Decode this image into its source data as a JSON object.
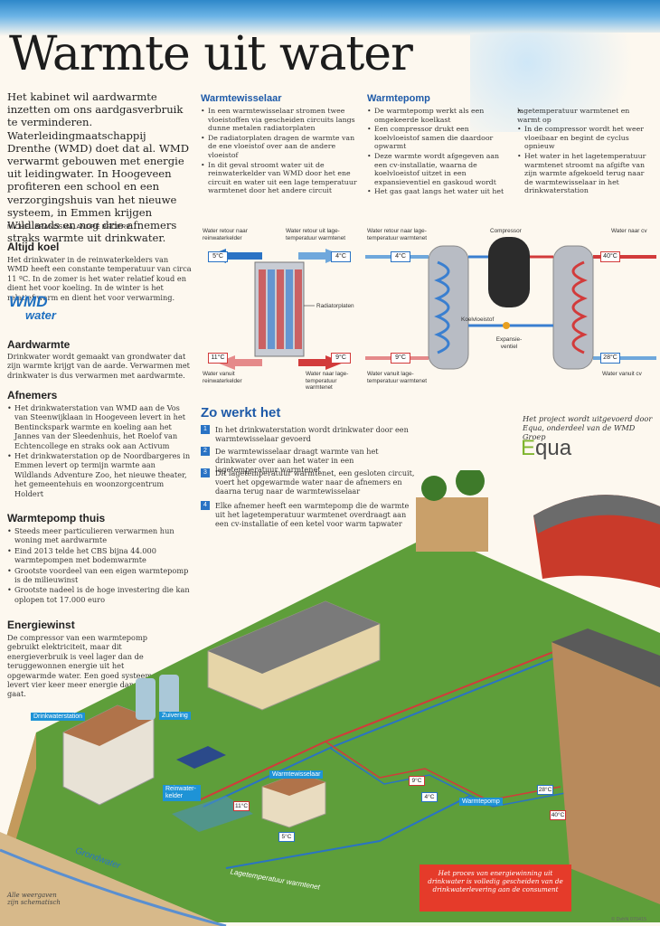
{
  "title": "Warmte uit water",
  "intro": "Het kabinet wil aardwarmte inzetten om ons aardgasverbruik te verminderen. Waterleidingmaatschappij Drenthe (WMD) doet dat al. WMD verwarmt gebouwen met energie uit leidingwater. In Hoogeveen profiteren een school en een verzorgingshuis van het nieuwe systeem, in Emmen krijgen Wildlands en nog drie afnemers straks warmte uit drinkwater.",
  "byline": "MICHEL BRANDSMA, ANDRÉ BROERE",
  "altijd_koel": {
    "heading": "Altijd koel",
    "text": "Het drinkwater in de reinwaterkelders van WMD heeft een constante temperatuur van circa 11 ºC. In de zomer is het water relatief koud en dient het voor koeling. In de winter is het relatief warm en dient het voor verwarming.",
    "logo_top": "WMD",
    "logo_bottom": "water"
  },
  "aardwarmte": {
    "heading": "Aardwarmte",
    "text": "Drinkwater wordt gemaakt van grondwater dat zijn warmte krijgt van de aarde. Verwarmen met drinkwater is dus verwarmen met aardwarmte."
  },
  "afnemers": {
    "heading": "Afnemers",
    "items": [
      "Het drinkwaterstation van WMD aan de Vos van Steenwijklaan in Hoogeveen levert in het Bentinckspark warmte en koeling aan het Jannes van der Sleedenhuis, het Roelof van Echtencollege en straks ook aan Activum",
      "Het drinkwaterstation op de Noordbargeres in Emmen levert op termijn warmte aan Wildlands Adventure Zoo, het nieuwe theater, het gemeentehuis en woonzorgcentrum Holdert"
    ]
  },
  "warmtepomp_thuis": {
    "heading": "Warmtepomp thuis",
    "items": [
      "Steeds meer particulieren verwarmen hun woning met aardwarmte",
      "Eind 2013 telde het CBS bijna 44.000 warmtepompen met bodemwarmte",
      "Grootste voordeel van een eigen warmtepomp is de milieuwinst",
      "Grootste nadeel is de hoge investering die kan oplopen tot 17.000 euro"
    ]
  },
  "energiewinst": {
    "heading": "Energiewinst",
    "text": "De compressor van een warmtepomp gebruikt elektriciteit, maar dit energieverbruik is veel lager dan de teruggewonnen energie uit het opgewarmde water. Een goed systeem levert vier keer meer energie dan er in gaat."
  },
  "warmtewisselaar": {
    "heading": "Warmtewisselaar",
    "items": [
      "In een warmtewisselaar stromen twee vloeistoffen via gescheiden circuits langs dunne metalen radiatorplaten",
      "De radiatorplaten dragen de warmte van de ene vloeistof over aan de andere vloeistof",
      "In dit geval stroomt water uit de reinwaterkelder van WMD door het ene circuit en water uit een lage temperatuur warmtenet door het andere circuit"
    ],
    "label_tl": "Water retour naar reinwaterkelder",
    "label_tr": "Water retour uit lage-temperatuur warmtenet",
    "label_plates": "Radiatorplaten",
    "label_bl": "Water vanuit reinwaterkelder",
    "label_br": "Water naar lage-temperatuur warmtenet",
    "temp_tl": "5°C",
    "temp_tr": "4°C",
    "temp_bl": "11°C",
    "temp_br": "9°C"
  },
  "warmtepomp": {
    "heading": "Warmtepomp",
    "items_left": [
      "De warmtepomp werkt als een omgekeerde koelkast",
      "Een compressor drukt een koelvloeistof samen die daardoor opwarmt",
      "Deze warmte wordt afgegeven aan een cv-installatie, waarna de koelvloeistof uitzet in een expansieventiel en gaskoud wordt",
      "Het gas gaat langs het water uit het"
    ],
    "items_right": [
      "lagetemperatuur warmtenet en warmt op",
      "In de compressor wordt het weer vloeibaar en begint de cyclus opnieuw",
      "Het water in het lagetemperatuur warmtenet stroomt na afgifte van zijn warmte afgekoeld terug naar de warmtewisselaar in het drinkwaterstation"
    ],
    "label_tl": "Water retour naar lage-temperatuur warmtenet",
    "label_compressor": "Compressor",
    "label_tr": "Water naar cv",
    "label_koelvloeistof": "Koelvloeistof",
    "label_expansie": "Expansie-ventiel",
    "label_bl": "Water vanuit lage-temperatuur warmtenet",
    "label_br": "Water vanuit cv",
    "temp_tl": "4°C",
    "temp_tr": "40°C",
    "temp_bl": "9°C",
    "temp_br": "28°C"
  },
  "zo_werkt_het": {
    "heading": "Zo werkt het",
    "steps": [
      {
        "n": "1",
        "text": "In het drinkwaterstation wordt drinkwater door een warmtewisselaar gevoerd"
      },
      {
        "n": "2",
        "text": "De warmtewisselaar draagt warmte van het drinkwater over aan het water in een lagetemperatuur warmtenet"
      },
      {
        "n": "3",
        "text": "Dit lagetemperatuur warmtenet, een gesloten circuit, voert het opgewarmde water naar de afnemers en daarna terug naar de warmtewisselaar"
      },
      {
        "n": "4",
        "text": "Elke afnemer heeft een warmtepomp die de warmte uit het lagetemperatuur warmtenet overdraagt aan een cv-installatie of een ketel voor warm tapwater"
      }
    ],
    "project_note": "Het project wordt uitgevoerd door Equa, onderdeel van de WMD Groep",
    "equa_logo_first": "E",
    "equa_logo_rest": "qua"
  },
  "scene": {
    "label_drinkwaterstation": "Drinkwaterstation",
    "label_zuivering": "Zuivering",
    "label_reinwaterkelder": "Reinwater-kelder",
    "label_warmtewisselaar": "Warmtewisselaar",
    "label_warmtepomp": "Warmtepomp",
    "label_grondwater": "Grondwater",
    "label_warmtenet": "Lagetemperatuur warmtenet",
    "temp_11": "11°C",
    "temp_5": "5°C",
    "temp_9": "9°C",
    "temp_4": "4°C",
    "temp_28": "28°C",
    "temp_40": "40°C",
    "red_note": "Het proces van energiewinning uit drinkwater is volledig gescheiden van de drinkwaterlevering aan de consument",
    "schematic_note_1": "Alle weergaven",
    "schematic_note_2": "zijn schematisch",
    "credit": "© DvhN 070415"
  }
}
